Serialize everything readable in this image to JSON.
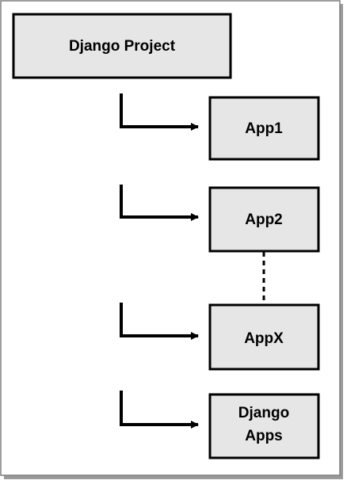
{
  "diagram": {
    "root": {
      "label": "Django Project"
    },
    "apps": [
      {
        "label": "App1"
      },
      {
        "label": "App2"
      },
      {
        "label": "AppX"
      },
      {
        "label_line1": "Django",
        "label_line2": "Apps"
      }
    ],
    "colors": {
      "box_fill": "#e6e6e6",
      "stroke": "#000000",
      "frame": "#7f7f7f"
    }
  }
}
